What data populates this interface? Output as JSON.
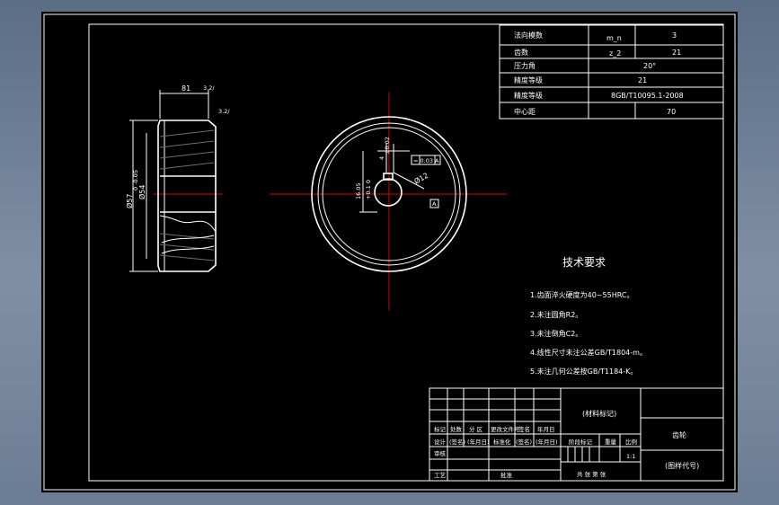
{
  "params_table": [
    {
      "name": "法向模数",
      "symbol": "m_n",
      "value": "3"
    },
    {
      "name": "齿数",
      "symbol": "z_2",
      "value": "21"
    },
    {
      "name": "压力角",
      "symbol": "",
      "value": "20°"
    },
    {
      "name": "精度等级",
      "symbol": "",
      "value": "21"
    },
    {
      "name": "精度等级",
      "symbol": "",
      "value": "8GB/T10095.1-2008"
    },
    {
      "name": "中心距",
      "symbol": "",
      "value": "70"
    }
  ],
  "side_view": {
    "width_dim": "81",
    "outer_dia_dim": "Ø57",
    "outer_dia_tol": "0\n-0.05",
    "bore_dim": "Ø54",
    "roughness_top": "3.2/",
    "roughness_side": "3.2/"
  },
  "front_view": {
    "hole_dia": "Ø12",
    "keyway_dim": "16.05",
    "keyway_tol": "+0.1\n 0",
    "keyway_width": "4",
    "keyway_width_tol": "±0.02",
    "tol_frame": "= 0.03 A",
    "datum": "A"
  },
  "tech_req": {
    "title": "技术要求",
    "items": [
      "1.齿面淬火硬度为40~55HRC。",
      "2.未注圆角R2。",
      "3.未注倒角C2。",
      "4.线性尺寸未注公差GB/T1804-m。",
      "5.未注几何公差按GB/T1184-K。"
    ]
  },
  "title_block": {
    "material": "(材料标记)",
    "part_name": "齿轮",
    "drawing_no": "(图样代号)",
    "scale": "1:1",
    "stage_label": "阶段标记",
    "weight_label": "重量",
    "scale_label": "比例",
    "sheet_text": "共 张 第 张",
    "header_labels": [
      "标记",
      "处数",
      "分 区",
      "更改文件号",
      "签名",
      "年月日"
    ],
    "row2_labels": [
      "设计",
      "(签名)",
      "(年月日)",
      "标准化",
      "(签名)",
      "(年月日)"
    ],
    "left_labels": [
      "审核",
      "工艺"
    ],
    "approve_label": "批准"
  }
}
